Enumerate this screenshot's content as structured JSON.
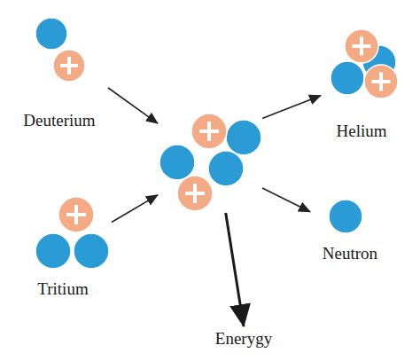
{
  "diagram": {
    "nodes": [
      {
        "text": [
          "Deuterium"
        ]
      },
      {
        "text": [
          "Helium"
        ]
      },
      {
        "text": []
      },
      {
        "text": [
          "Tritium"
        ]
      },
      {
        "text": [
          "Neutron"
        ]
      },
      {
        "text": [
          "Enerygy"
        ]
      }
    ],
    "edges": [
      {
        "from": 0,
        "to": 2,
        "arrow": "to"
      },
      {
        "from": 3,
        "to": 2,
        "arrow": "to"
      },
      {
        "from": 2,
        "to": 1,
        "arrow": "to"
      },
      {
        "from": 2,
        "to": 4,
        "arrow": "to"
      },
      {
        "from": 2,
        "to": 5,
        "arrow": "to"
      }
    ]
  }
}
